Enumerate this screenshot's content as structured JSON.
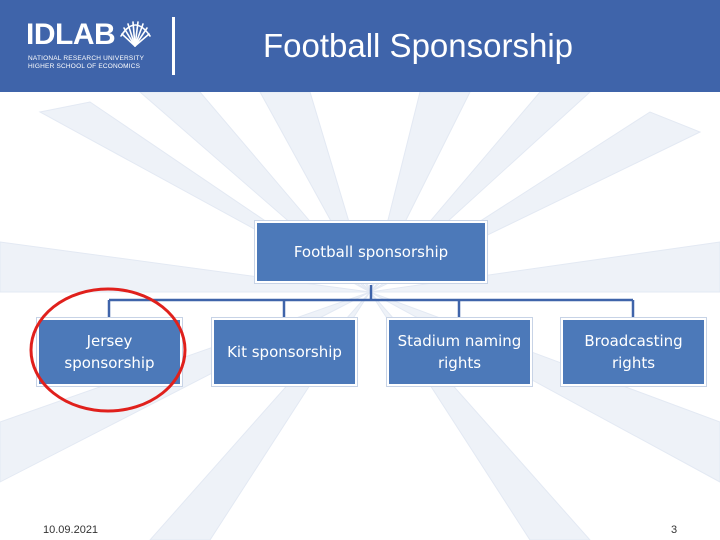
{
  "header": {
    "title": "Football Sponsorship",
    "logo": {
      "wordmark": "IDLAB",
      "line1": "NATIONAL RESEARCH UNIVERSITY",
      "line2": "HIGHER SCHOOL OF ECONOMICS",
      "icon": "shell-icon"
    }
  },
  "diagram": {
    "root": {
      "label": "Football sponsorship"
    },
    "children": [
      {
        "label": "Jersey sponsorship"
      },
      {
        "label": "Kit sponsorship"
      },
      {
        "label": "Stadium naming rights"
      },
      {
        "label": "Broadcasting rights"
      }
    ],
    "highlighted_child_index": 0
  },
  "footer": {
    "date": "10.09.2021",
    "page_number": "3"
  },
  "colors": {
    "header_bg": "#3f64aa",
    "node_fill": "#4c79b9",
    "connector": "#3f64aa",
    "highlight": "#e0201c"
  }
}
